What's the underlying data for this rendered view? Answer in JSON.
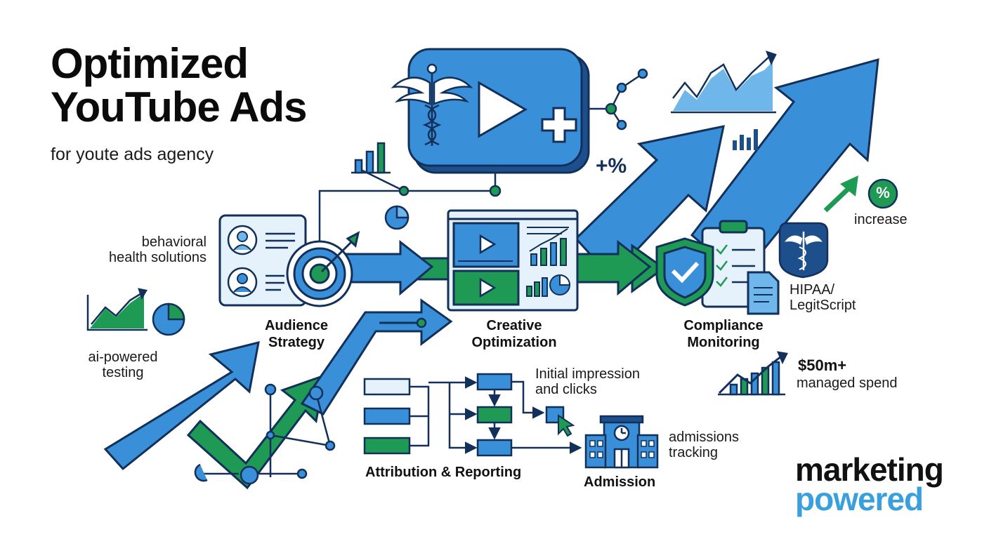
{
  "title": {
    "line1": "Optimized",
    "line2": "YouTube Ads"
  },
  "subtitle": "for youte ads agency",
  "labels": {
    "behavioral_1": "behavioral",
    "behavioral_2": "health solutions",
    "ai_1": "ai-powered",
    "ai_2": "testing",
    "audience_1": "Audience",
    "audience_2": "Strategy",
    "creative_1": "Creative",
    "creative_2": "Optimization",
    "compliance_1": "Compliance",
    "compliance_2": "Monitoring",
    "plus_pct": "+%",
    "pct": "%",
    "increase": "increase",
    "hipaa_1": "HIPAA/",
    "hipaa_2": "LegitScript",
    "spend_1": "$50m+",
    "spend_2": "managed spend",
    "impression_1": "Initial impression",
    "impression_2": "and clicks",
    "admissions_1": "admissions",
    "admissions_2": "tracking",
    "attribution": "Attribution & Reporting",
    "admission": "Admission"
  },
  "brand": {
    "line1": "marketing",
    "line2": "powered"
  },
  "colors": {
    "blue": "#3a8fd9",
    "blue_light": "#6fb6ea",
    "blue_dark": "#1d4f8c",
    "green": "#1f9a55",
    "navy": "#12305a"
  },
  "icons": [
    "play-icon",
    "caduceus-icon",
    "plus-icon",
    "target-icon",
    "user-icon",
    "bar-chart-icon",
    "pie-chart-icon",
    "line-chart-icon",
    "shield-check-icon",
    "clipboard-icon",
    "document-icon",
    "hospital-icon",
    "cursor-icon",
    "growth-arrow-icon"
  ]
}
